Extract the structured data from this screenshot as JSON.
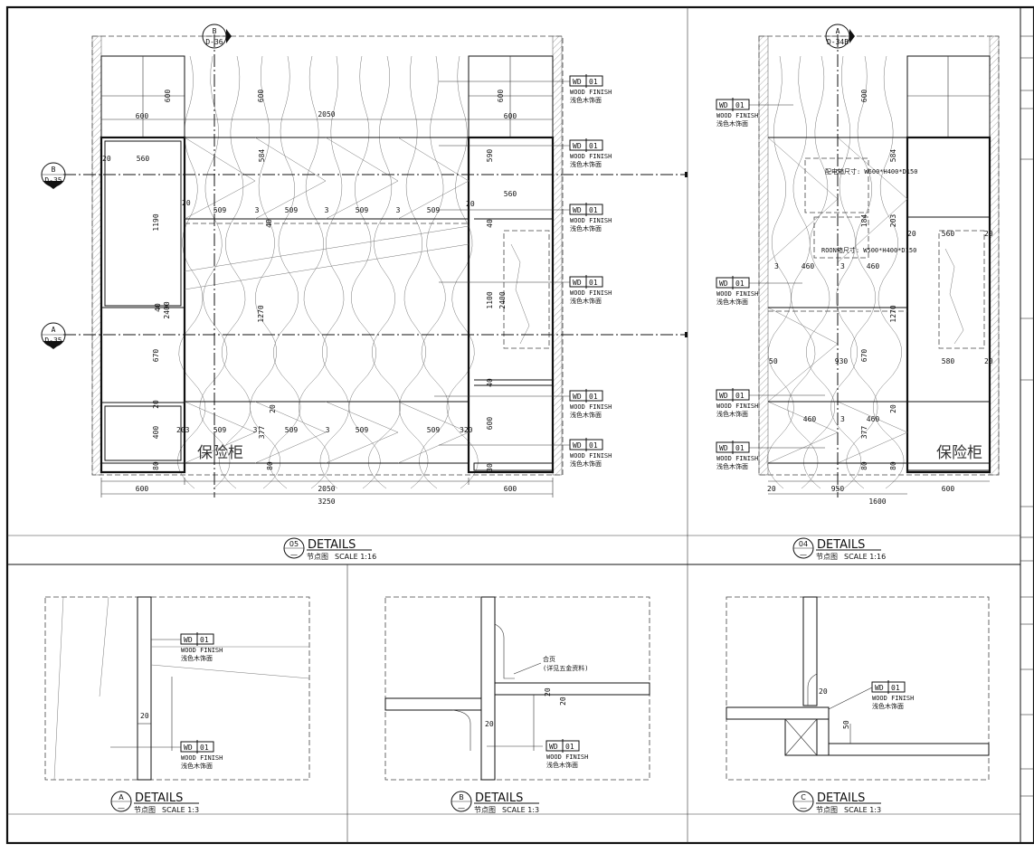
{
  "elevations": {
    "left": {
      "marker_top": {
        "letter": "B",
        "ref": "D-36"
      },
      "marker_left_upper": {
        "letter": "B",
        "ref": "D-35"
      },
      "marker_left_lower": {
        "letter": "A",
        "ref": "D-35"
      },
      "dims": {
        "w600a": "600",
        "w2050": "2050",
        "w600b": "600",
        "w3250": "3250",
        "h600a": "600",
        "h600b": "600",
        "h600c": "600",
        "top2050": "2050",
        "l600": "600",
        "r600": "600",
        "d20a": "20",
        "d560": "560",
        "d1190": "1190",
        "d2400a": "2400",
        "d670": "670",
        "d20b": "20",
        "d400": "400",
        "d80a": "80",
        "d40a": "40",
        "s509a": "509",
        "s3a": "3",
        "s509b": "509",
        "s3b": "3",
        "s509c": "509",
        "s3c": "3",
        "s509d": "509",
        "s20": "20",
        "s40": "40",
        "h584": "584",
        "h1270": "1270",
        "b203": "203",
        "b509a": "509",
        "b3a": "3",
        "b377": "377",
        "b509b": "509",
        "b3b": "3",
        "b509c": "509",
        "b509d": "509",
        "b320": "320",
        "b80": "80",
        "b20": "20",
        "r590": "590",
        "r560": "560",
        "r20": "20",
        "r40a": "40",
        "r1100": "1100",
        "r2400": "2400",
        "r40b": "40",
        "r600h": "600",
        "r30": "30"
      },
      "safe_label": "保险柜"
    },
    "right": {
      "marker_top": {
        "letter": "A",
        "ref": "D-34B"
      },
      "note1": "配电箱尺寸: W600*H400*D150",
      "note2": "ROON箱尺寸: W500*H400*D150",
      "dims": {
        "h600": "600",
        "h584": "584",
        "h184": "184",
        "d460a": "460",
        "d3a": "3",
        "d460b": "460",
        "d3b": "3",
        "d560": "560",
        "d20a": "20",
        "d20b": "20",
        "d1270": "1270",
        "d203": "203",
        "d50": "50",
        "d930": "930",
        "d670": "670",
        "d580": "580",
        "d20c": "20",
        "e460a": "460",
        "e3": "3",
        "e460b": "460",
        "e377": "377",
        "e20": "20",
        "e80a": "80",
        "e80b": "80",
        "b20": "20",
        "b950": "950",
        "b600": "600",
        "b1600": "1600"
      },
      "safe_label": "保险柜"
    }
  },
  "finish_tag": {
    "code": "WD",
    "num": "01",
    "line1": "WOOD FINISH",
    "line2": "浅色木饰面"
  },
  "hinge_note": {
    "line1": "合页",
    "line2": "(详见五金资料)"
  },
  "detail_dims": {
    "a20": "20",
    "b20a": "20",
    "b20b": "20",
    "b20c": "20",
    "c20": "20",
    "c50": "50"
  },
  "titles": [
    {
      "id": "t1",
      "circle": "05",
      "dash": "—",
      "main": "DETAILS",
      "cn": "节点图",
      "scale": "SCALE  1:16"
    },
    {
      "id": "t2",
      "circle": "04",
      "dash": "—",
      "main": "DETAILS",
      "cn": "节点图",
      "scale": "SCALE  1:16"
    },
    {
      "id": "t3",
      "circle": "A",
      "dash": "—",
      "main": "DETAILS",
      "cn": "节点图",
      "scale": "SCALE  1:3"
    },
    {
      "id": "t4",
      "circle": "B",
      "dash": "—",
      "main": "DETAILS",
      "cn": "节点图",
      "scale": "SCALE  1:3"
    },
    {
      "id": "t5",
      "circle": "C",
      "dash": "—",
      "main": "DETAILS",
      "cn": "节点图",
      "scale": "SCALE  1:3"
    }
  ]
}
